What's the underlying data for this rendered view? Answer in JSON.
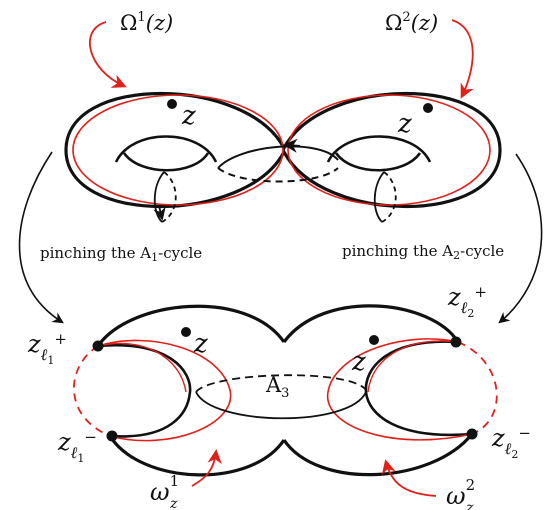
{
  "top_surface": {
    "omega1_label": {
      "base": "Ω",
      "sup": "1",
      "arg": "(z)"
    },
    "omega2_label": {
      "base": "Ω",
      "sup": "2",
      "arg": "(z)"
    },
    "z_left": "z",
    "z_right": "z"
  },
  "captions": {
    "left": {
      "text_before": "pinching the A",
      "sub": "1",
      "text_after": "-cycle"
    },
    "right": {
      "text_before": "pinching the A",
      "sub": "2",
      "text_after": "-cycle"
    }
  },
  "bottom_surface": {
    "z_left": "z",
    "z_right": "z",
    "a3_label": {
      "base": "A",
      "sub": "3"
    },
    "z_l1_plus": {
      "base": "z",
      "sub": "ℓ",
      "subsub": "1",
      "sup": "+"
    },
    "z_l1_minus": {
      "base": "z",
      "sub": "ℓ",
      "subsub": "1",
      "sup": "−"
    },
    "z_l2_plus": {
      "base": "z",
      "sub": "ℓ",
      "subsub": "2",
      "sup": "+"
    },
    "z_l2_minus": {
      "base": "z",
      "sub": "ℓ",
      "subsub": "2",
      "sup": "−"
    },
    "omega1_label": {
      "base": "ω",
      "sup": "1",
      "sub": "z"
    },
    "omega2_label": {
      "base": "ω",
      "sup": "2",
      "sub": "z"
    }
  },
  "colors": {
    "ink": "#111111",
    "accent": "#e0201b"
  }
}
